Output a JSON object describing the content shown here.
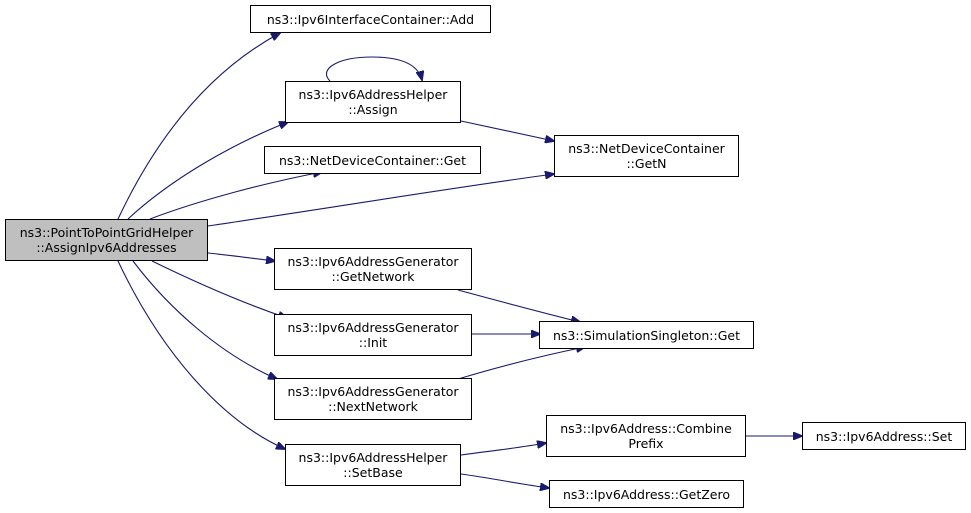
{
  "colors": {
    "edge": "#191970",
    "root_fill": "#bfbfbf",
    "node_fill": "#ffffff",
    "node_border": "#000000"
  },
  "nodes": {
    "root": {
      "line1": "ns3::PointToPointGridHelper",
      "line2": "::AssignIpv6Addresses"
    },
    "container_add": {
      "line1": "ns3::Ipv6InterfaceContainer::Add"
    },
    "helper_assign": {
      "line1": "ns3::Ipv6AddressHelper",
      "line2": "::Assign"
    },
    "ndc_get": {
      "line1": "ns3::NetDeviceContainer::Get"
    },
    "ndc_getn": {
      "line1": "ns3::NetDeviceContainer",
      "line2": "::GetN"
    },
    "gen_getnetwork": {
      "line1": "ns3::Ipv6AddressGenerator",
      "line2": "::GetNetwork"
    },
    "gen_init": {
      "line1": "ns3::Ipv6AddressGenerator",
      "line2": "::Init"
    },
    "gen_nextnetwork": {
      "line1": "ns3::Ipv6AddressGenerator",
      "line2": "::NextNetwork"
    },
    "singleton_get": {
      "line1": "ns3::SimulationSingleton::Get"
    },
    "helper_setbase": {
      "line1": "ns3::Ipv6AddressHelper",
      "line2": "::SetBase"
    },
    "addr_combine": {
      "line1": "ns3::Ipv6Address::Combine",
      "line2": "Prefix"
    },
    "addr_getzero": {
      "line1": "ns3::Ipv6Address::GetZero"
    },
    "addr_set": {
      "line1": "ns3::Ipv6Address::Set"
    }
  }
}
